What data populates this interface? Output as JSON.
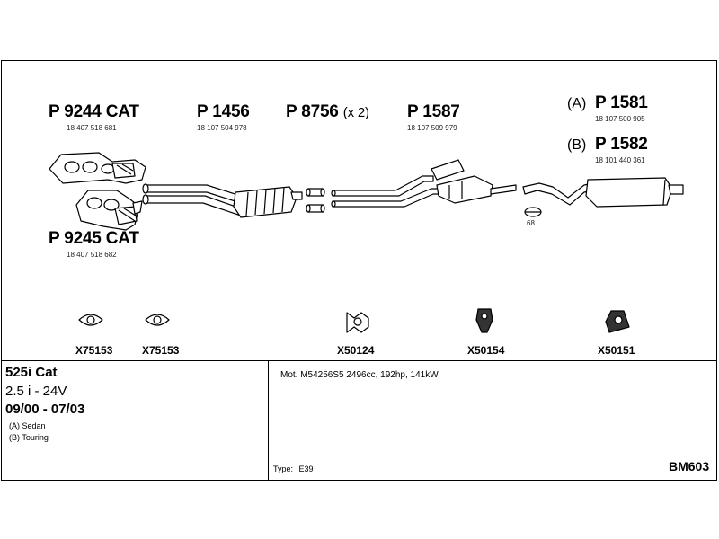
{
  "parts": {
    "p9244": {
      "code": "P 9244 CAT",
      "ref": "18 407 518 681"
    },
    "p1456": {
      "code": "P 1456",
      "ref": "18 107 504 978"
    },
    "p8756": {
      "code": "P 8756",
      "qty": "(x 2)"
    },
    "p1587": {
      "code": "P 1587",
      "ref": "18 107 509 979"
    },
    "p1581": {
      "variant": "(A)",
      "code": "P 1581",
      "ref": "18 107 500 905"
    },
    "p1582": {
      "variant": "(B)",
      "code": "P 1582",
      "ref": "18 101 440 361"
    },
    "p9245": {
      "code": "P 9245 CAT",
      "ref": "18 407 518 682"
    },
    "clamp_label": "68"
  },
  "accessories": [
    {
      "code": "X75153",
      "icon": "gasket-icon"
    },
    {
      "code": "X75153",
      "icon": "gasket-icon"
    },
    {
      "code": "X50124",
      "icon": "clamp-icon"
    },
    {
      "code": "X50154",
      "icon": "hanger-icon"
    },
    {
      "code": "X50151",
      "icon": "mount-icon"
    }
  ],
  "vehicle": {
    "model": "525i Cat",
    "engine": "2.5 i - 24V",
    "years": "09/00 - 07/03",
    "variants": [
      "(A) Sedan",
      "(B) Touring"
    ]
  },
  "details": {
    "motor": "Mot. M54256S5 2496cc, 192hp, 141kW",
    "type_label": "Type:",
    "type_value": "E39",
    "code": "BM603"
  }
}
